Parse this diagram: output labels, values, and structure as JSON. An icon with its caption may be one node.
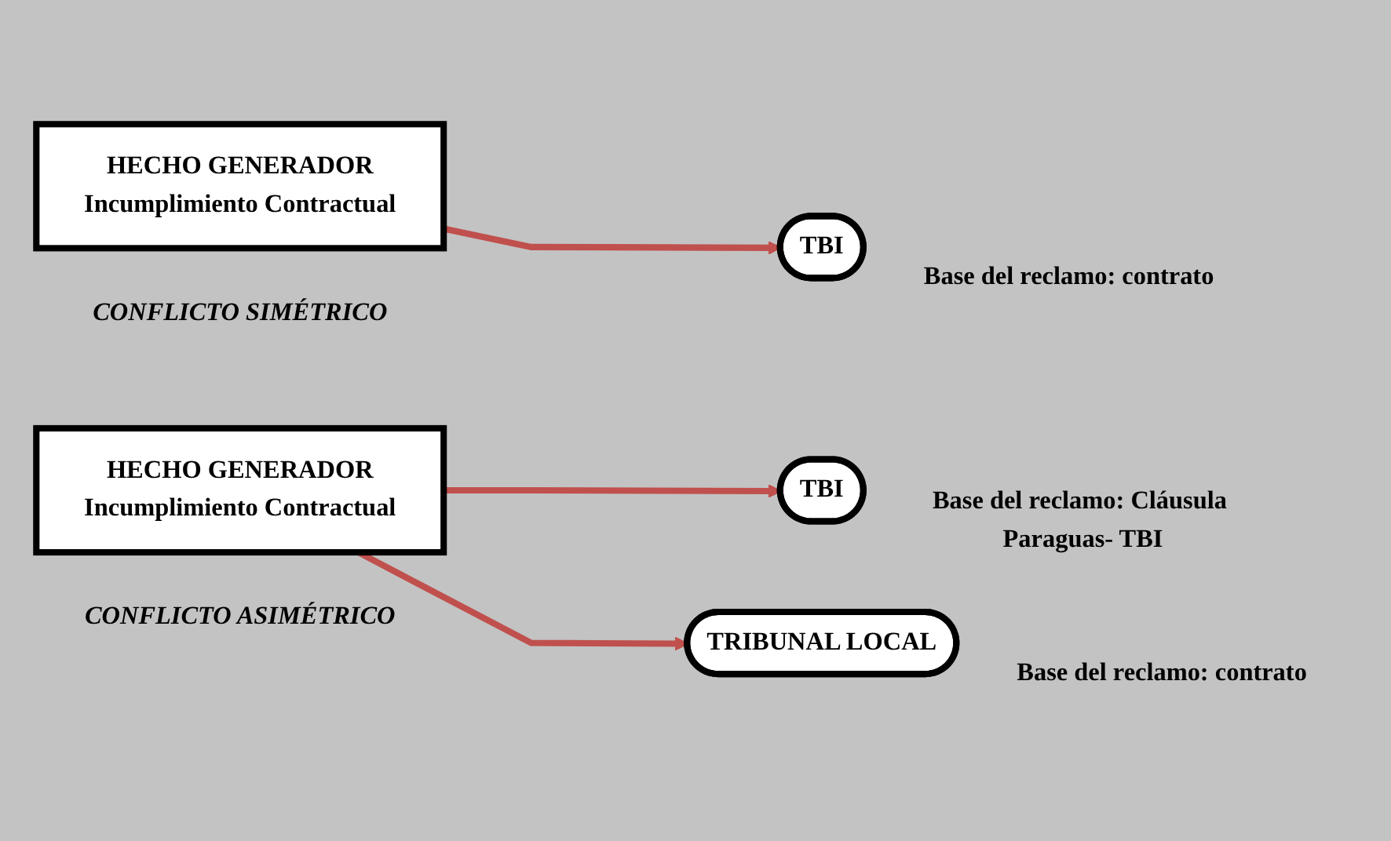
{
  "diagram": {
    "nodes": [
      {
        "text": [
          "HECHO GENERADOR",
          "Incumplimiento Contractual"
        ],
        "beside": [
          "CONFLICTO SIMÉTRICO"
        ]
      },
      {
        "text": [
          "TBI"
        ],
        "beside": [
          "Base del reclamo: contrato"
        ]
      },
      {
        "text": [
          "HECHO GENERADOR",
          "Incumplimiento Contractual"
        ],
        "beside": [
          "CONFLICTO ASIMÉTRICO"
        ]
      },
      {
        "text": [
          "TBI"
        ],
        "beside": [
          "Base del reclamo: Cláusula Paraguas- TBI"
        ]
      },
      {
        "text": [
          "TRIBUNAL LOCAL"
        ],
        "beside": [
          "Base del reclamo: contrato"
        ]
      }
    ],
    "edges": [
      {
        "from": 0,
        "to": 1,
        "arrow": "to",
        "color": "#c0504d"
      },
      {
        "from": 2,
        "to": 3,
        "arrow": "to",
        "color": "#c0504d"
      },
      {
        "from": 2,
        "to": 4,
        "arrow": "to",
        "color": "#c0504d"
      }
    ]
  }
}
